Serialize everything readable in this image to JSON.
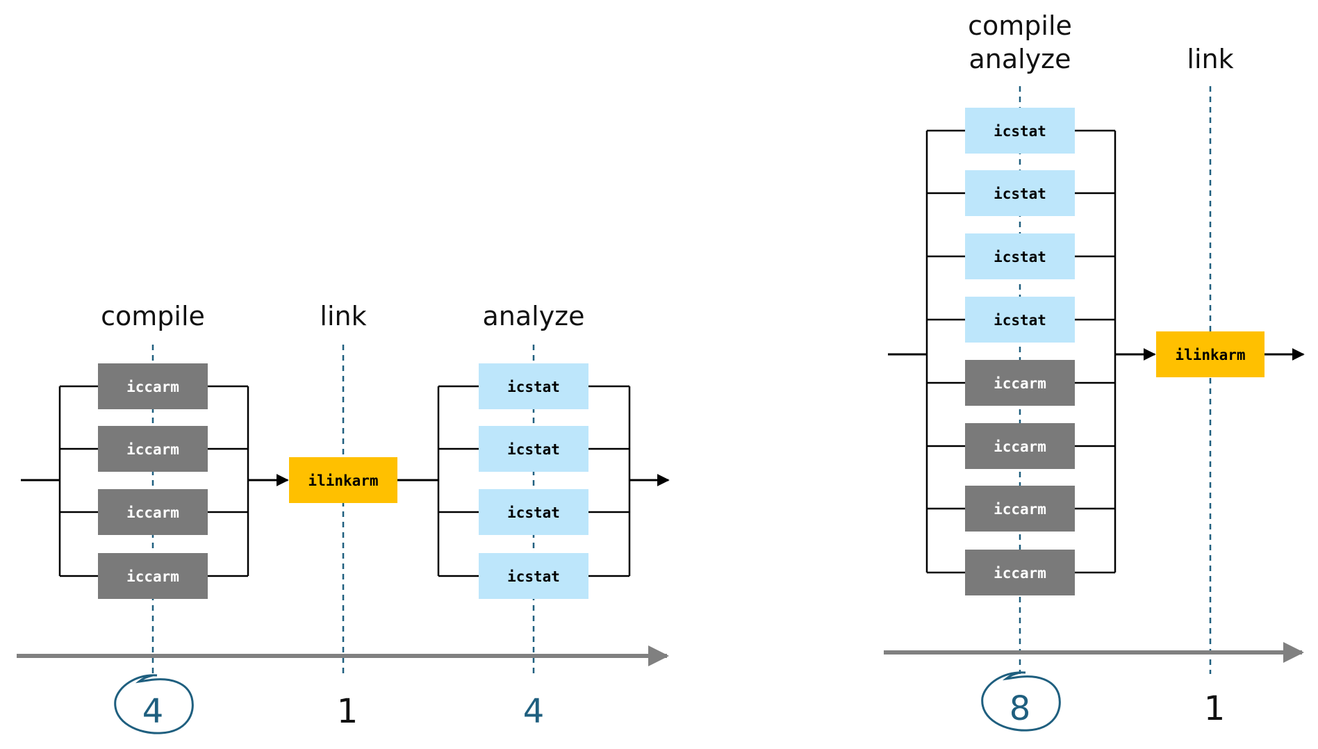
{
  "colors": {
    "compile_box": "#7a7a7a",
    "analyze_box": "#bde6fb",
    "link_box": "#ffc000",
    "dash_line": "#1f5f7f",
    "count_accent": "#1f5f7f",
    "timeline": "#808080",
    "wire": "#000000"
  },
  "icons": {
    "circle_mark": "hand-drawn-circle-icon"
  },
  "left": {
    "labels": {
      "compile": "compile",
      "link": "link",
      "analyze": "analyze"
    },
    "compile_boxes": [
      "iccarm",
      "iccarm",
      "iccarm",
      "iccarm"
    ],
    "link_box": "ilinkarm",
    "analyze_boxes": [
      "icstat",
      "icstat",
      "icstat",
      "icstat"
    ],
    "counts": {
      "compile": "4",
      "link": "1",
      "analyze": "4"
    }
  },
  "right": {
    "labels": {
      "compile_line": "compile",
      "analyze_line": "analyze",
      "link": "link"
    },
    "parallel_boxes": [
      "icstat",
      "icstat",
      "icstat",
      "icstat",
      "iccarm",
      "iccarm",
      "iccarm",
      "iccarm"
    ],
    "link_box": "ilinkarm",
    "counts": {
      "parallel": "8",
      "link": "1"
    }
  }
}
